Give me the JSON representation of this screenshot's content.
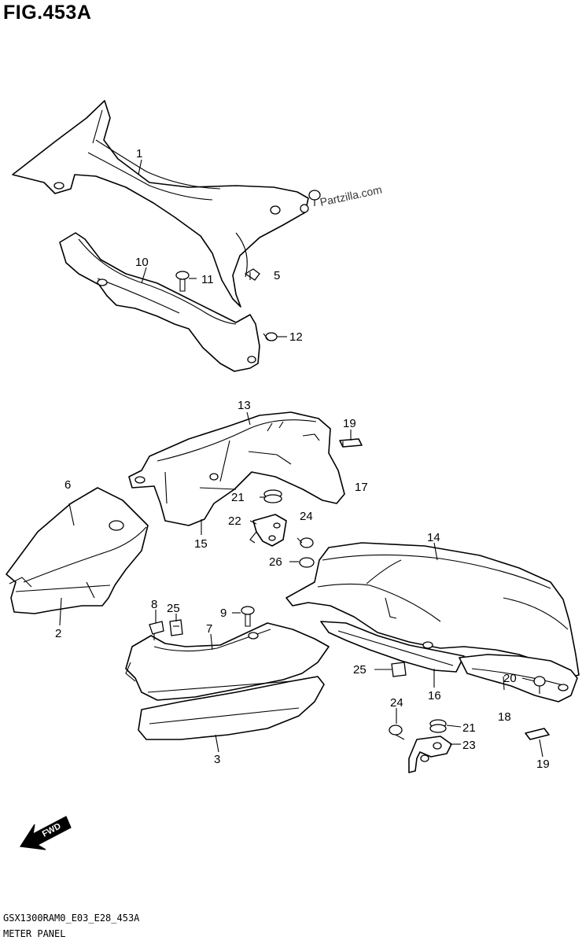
{
  "figure": {
    "title": "FIG.453A",
    "diagram_code": "GSX1300RAM0_E03_E28_453A",
    "panel_name": "METER PANEL",
    "watermark": "Partzilla.com",
    "fwd_label": "FWD"
  },
  "callouts": {
    "c1": "1",
    "c2": "2",
    "c3": "3",
    "c5": "5",
    "c6": "6",
    "c7": "7",
    "c8": "8",
    "c9": "9",
    "c10": "10",
    "c11": "11",
    "c12": "12",
    "c13": "13",
    "c14": "14",
    "c15": "15",
    "c16": "16",
    "c17": "17",
    "c18": "18",
    "c19a": "19",
    "c19b": "19",
    "c20": "20",
    "c21a": "21",
    "c21b": "21",
    "c22": "22",
    "c23": "23",
    "c24a": "24",
    "c24b": "24",
    "c25a": "25",
    "c25b": "25",
    "c26": "26"
  }
}
